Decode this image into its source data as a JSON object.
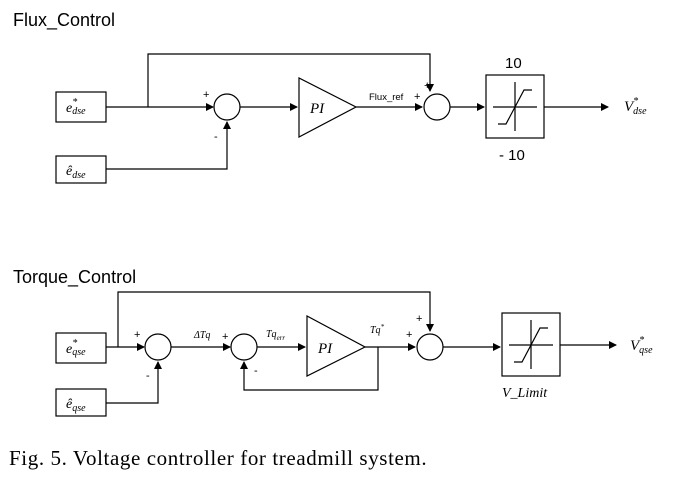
{
  "flux": {
    "title": "Flux_Control",
    "in1": {
      "base": "e",
      "sup": "*",
      "sub": "dse"
    },
    "in2": {
      "base": "ê",
      "sub": "dse"
    },
    "sum1_plus": "+",
    "sum1_minus": "-",
    "pi_label": "PI",
    "flux_ref": "Flux_ref",
    "sum2_plus1": "+",
    "sum2_plus2": "+",
    "limit_top": "10",
    "limit_bottom": "- 10",
    "out": {
      "base": "V",
      "sup": "*",
      "sub": "dse"
    }
  },
  "torque": {
    "title": "Torque_Control",
    "in1": {
      "base": "e",
      "sup": "*",
      "sub": "qse"
    },
    "in2": {
      "base": "ê",
      "sub": "qse"
    },
    "sum1_plus": "+",
    "sum1_minus": "-",
    "delta_tq": "ΔTq",
    "sum2_plus": "+",
    "sum2_minus": "-",
    "tq_err": {
      "base": "Tq",
      "sub": "err"
    },
    "pi_label": "PI",
    "tq_star": {
      "base": "Tq",
      "sup": "*"
    },
    "sum3_plus1": "+",
    "sum3_plus2": "+",
    "limit_label": "V_Limit",
    "out": {
      "base": "V",
      "sup": "*",
      "sub": "qse"
    }
  },
  "caption": "Fig. 5. Voltage controller for treadmill system."
}
